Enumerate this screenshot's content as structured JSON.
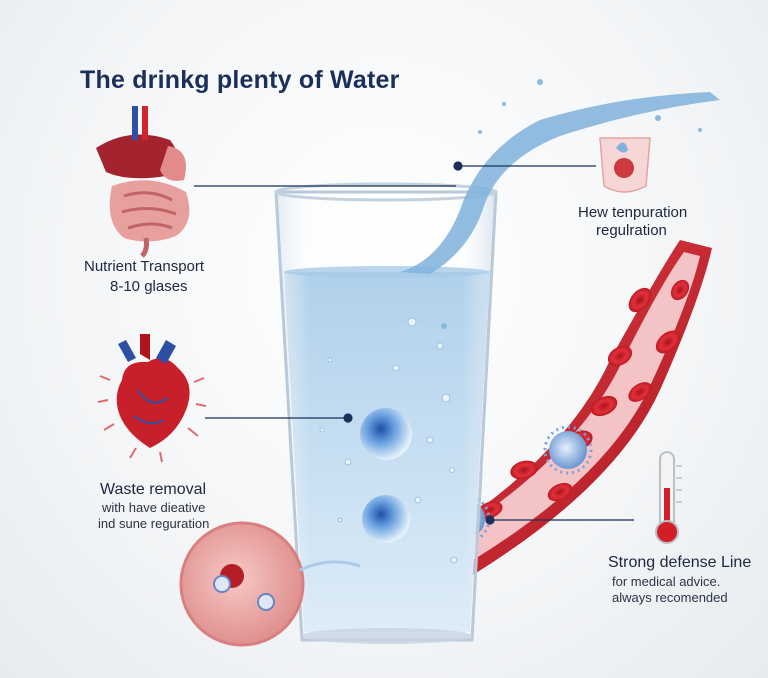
{
  "title": "The drinkg plenty of Water",
  "labels": {
    "nutrient": {
      "main": "Nutrient Transport",
      "sub": "8-10 glases"
    },
    "temperature": {
      "main": "Hew tenpuration",
      "sub": "regulration"
    },
    "waste": {
      "main": "Waste removal",
      "sub1": "with have dieative",
      "sub2": "ind sune reguration"
    },
    "defense": {
      "main": "Strong defense Line",
      "sub1": "for medical advice.",
      "sub2": "always recomended"
    }
  },
  "icons": [
    "digestive-organs-icon",
    "heart-icon",
    "sweat-gland-icon",
    "thermometer-icon",
    "cell-icon",
    "blood-vessel-icon",
    "water-glass-icon"
  ],
  "colors": {
    "title": "#1a2f5a",
    "water": "#7fb2dc",
    "blood": "#c8202a",
    "connector": "#1a2f5a"
  }
}
